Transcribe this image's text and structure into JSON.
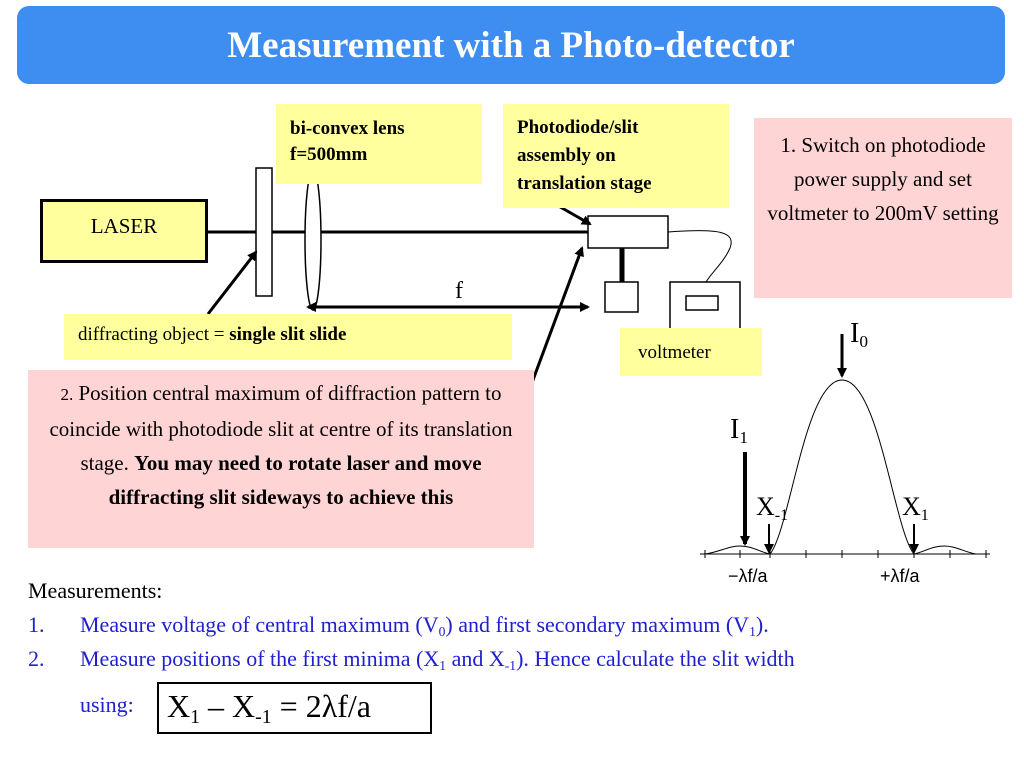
{
  "title": "Measurement with a Photo-detector",
  "labels": {
    "lens_line1": "bi-convex lens",
    "lens_line2": "f=500mm",
    "pd_line1": "Photodiode/slit",
    "pd_line2": "assembly on",
    "pd_line3": "translation stage",
    "laser": "LASER",
    "focal": "f",
    "diff_prefix": "diffracting object = ",
    "diff_bold": "single slit slide",
    "voltmeter": "voltmeter"
  },
  "step1": {
    "text": "1. Switch on photodiode power supply and set voltmeter to 200mV setting"
  },
  "step2": {
    "num": "2.",
    "text": " Position central maximum of diffraction pattern to coincide with photodiode slit at centre of its translation stage.",
    "bold": "You may need to rotate laser and move diffracting slit sideways to achieve this"
  },
  "plot": {
    "i0": "I",
    "i0_sub": "0",
    "i1": "I",
    "i1_sub": "1",
    "xm1": "X",
    "xm1_sub": "-1",
    "x1": "X",
    "x1_sub": "1",
    "tick_left": "−λf/a",
    "tick_right": "+λf/a"
  },
  "measurements": {
    "heading": "Measurements:",
    "item1_num": "1.",
    "item1_a": "Measure voltage of central maximum (V",
    "item1_sub0": "0",
    "item1_b": ") and first secondary maximum (V",
    "item1_sub1": "1",
    "item1_c": ").",
    "item2_num": "2.",
    "item2_a": "Measure positions of the first minima (X",
    "item2_sub1": "1",
    "item2_b": " and X",
    "item2_subm1": "-1",
    "item2_c": ").  Hence calculate the slit width",
    "item2_using": "using:"
  },
  "equation": {
    "x1": "X",
    "x1_sub": "1",
    "minus": " – X",
    "xm1_sub": "-1",
    "rhs": " = 2λf/a"
  }
}
